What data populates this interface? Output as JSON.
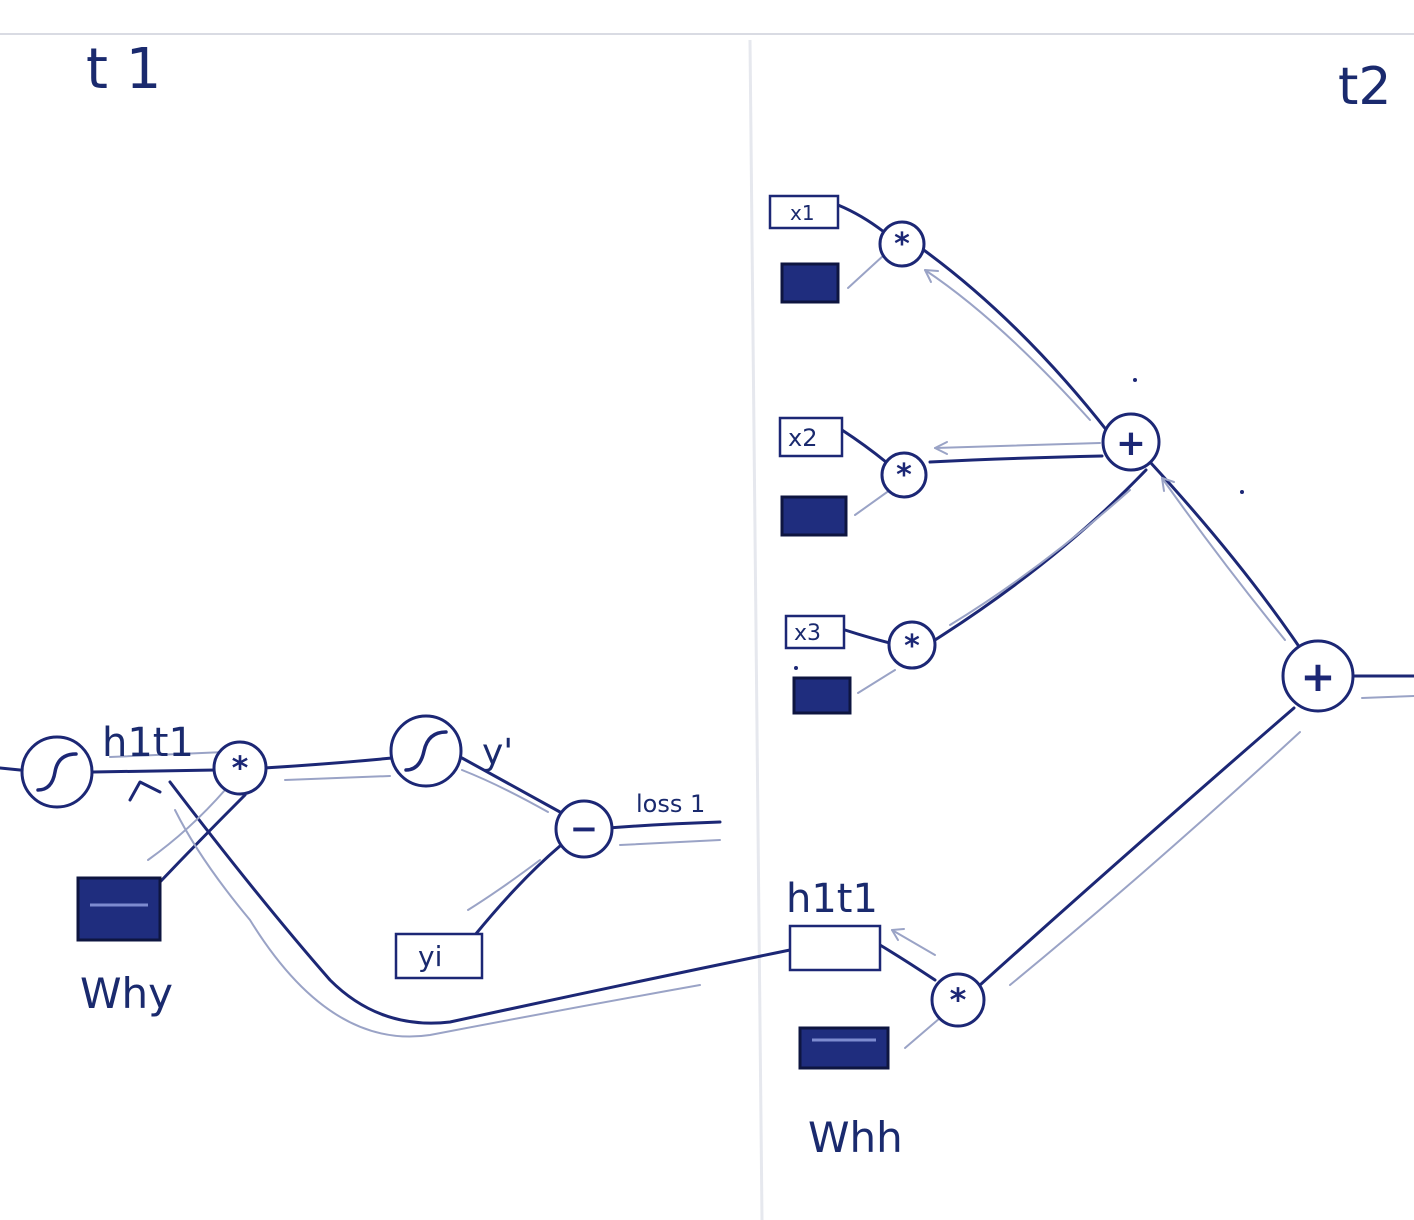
{
  "labels": {
    "t1": "t 1",
    "t2": "t2",
    "h1t1_top": "h1t1",
    "y_prime": "y'",
    "loss": "loss 1",
    "why": "Why",
    "h1t1_box_label": "h1t1",
    "whh": "Whh",
    "x1": "x1",
    "x2": "x2",
    "x3": "x3",
    "yi": "yi"
  },
  "ops": {
    "sigmoid": "∫",
    "multiply": "*",
    "add": "+",
    "subtract": "−"
  },
  "colors": {
    "ink": "#1c2775",
    "weight_fill": "#1f2d7e",
    "pencil": "#9aa3c6",
    "paper": "#ffffff"
  }
}
